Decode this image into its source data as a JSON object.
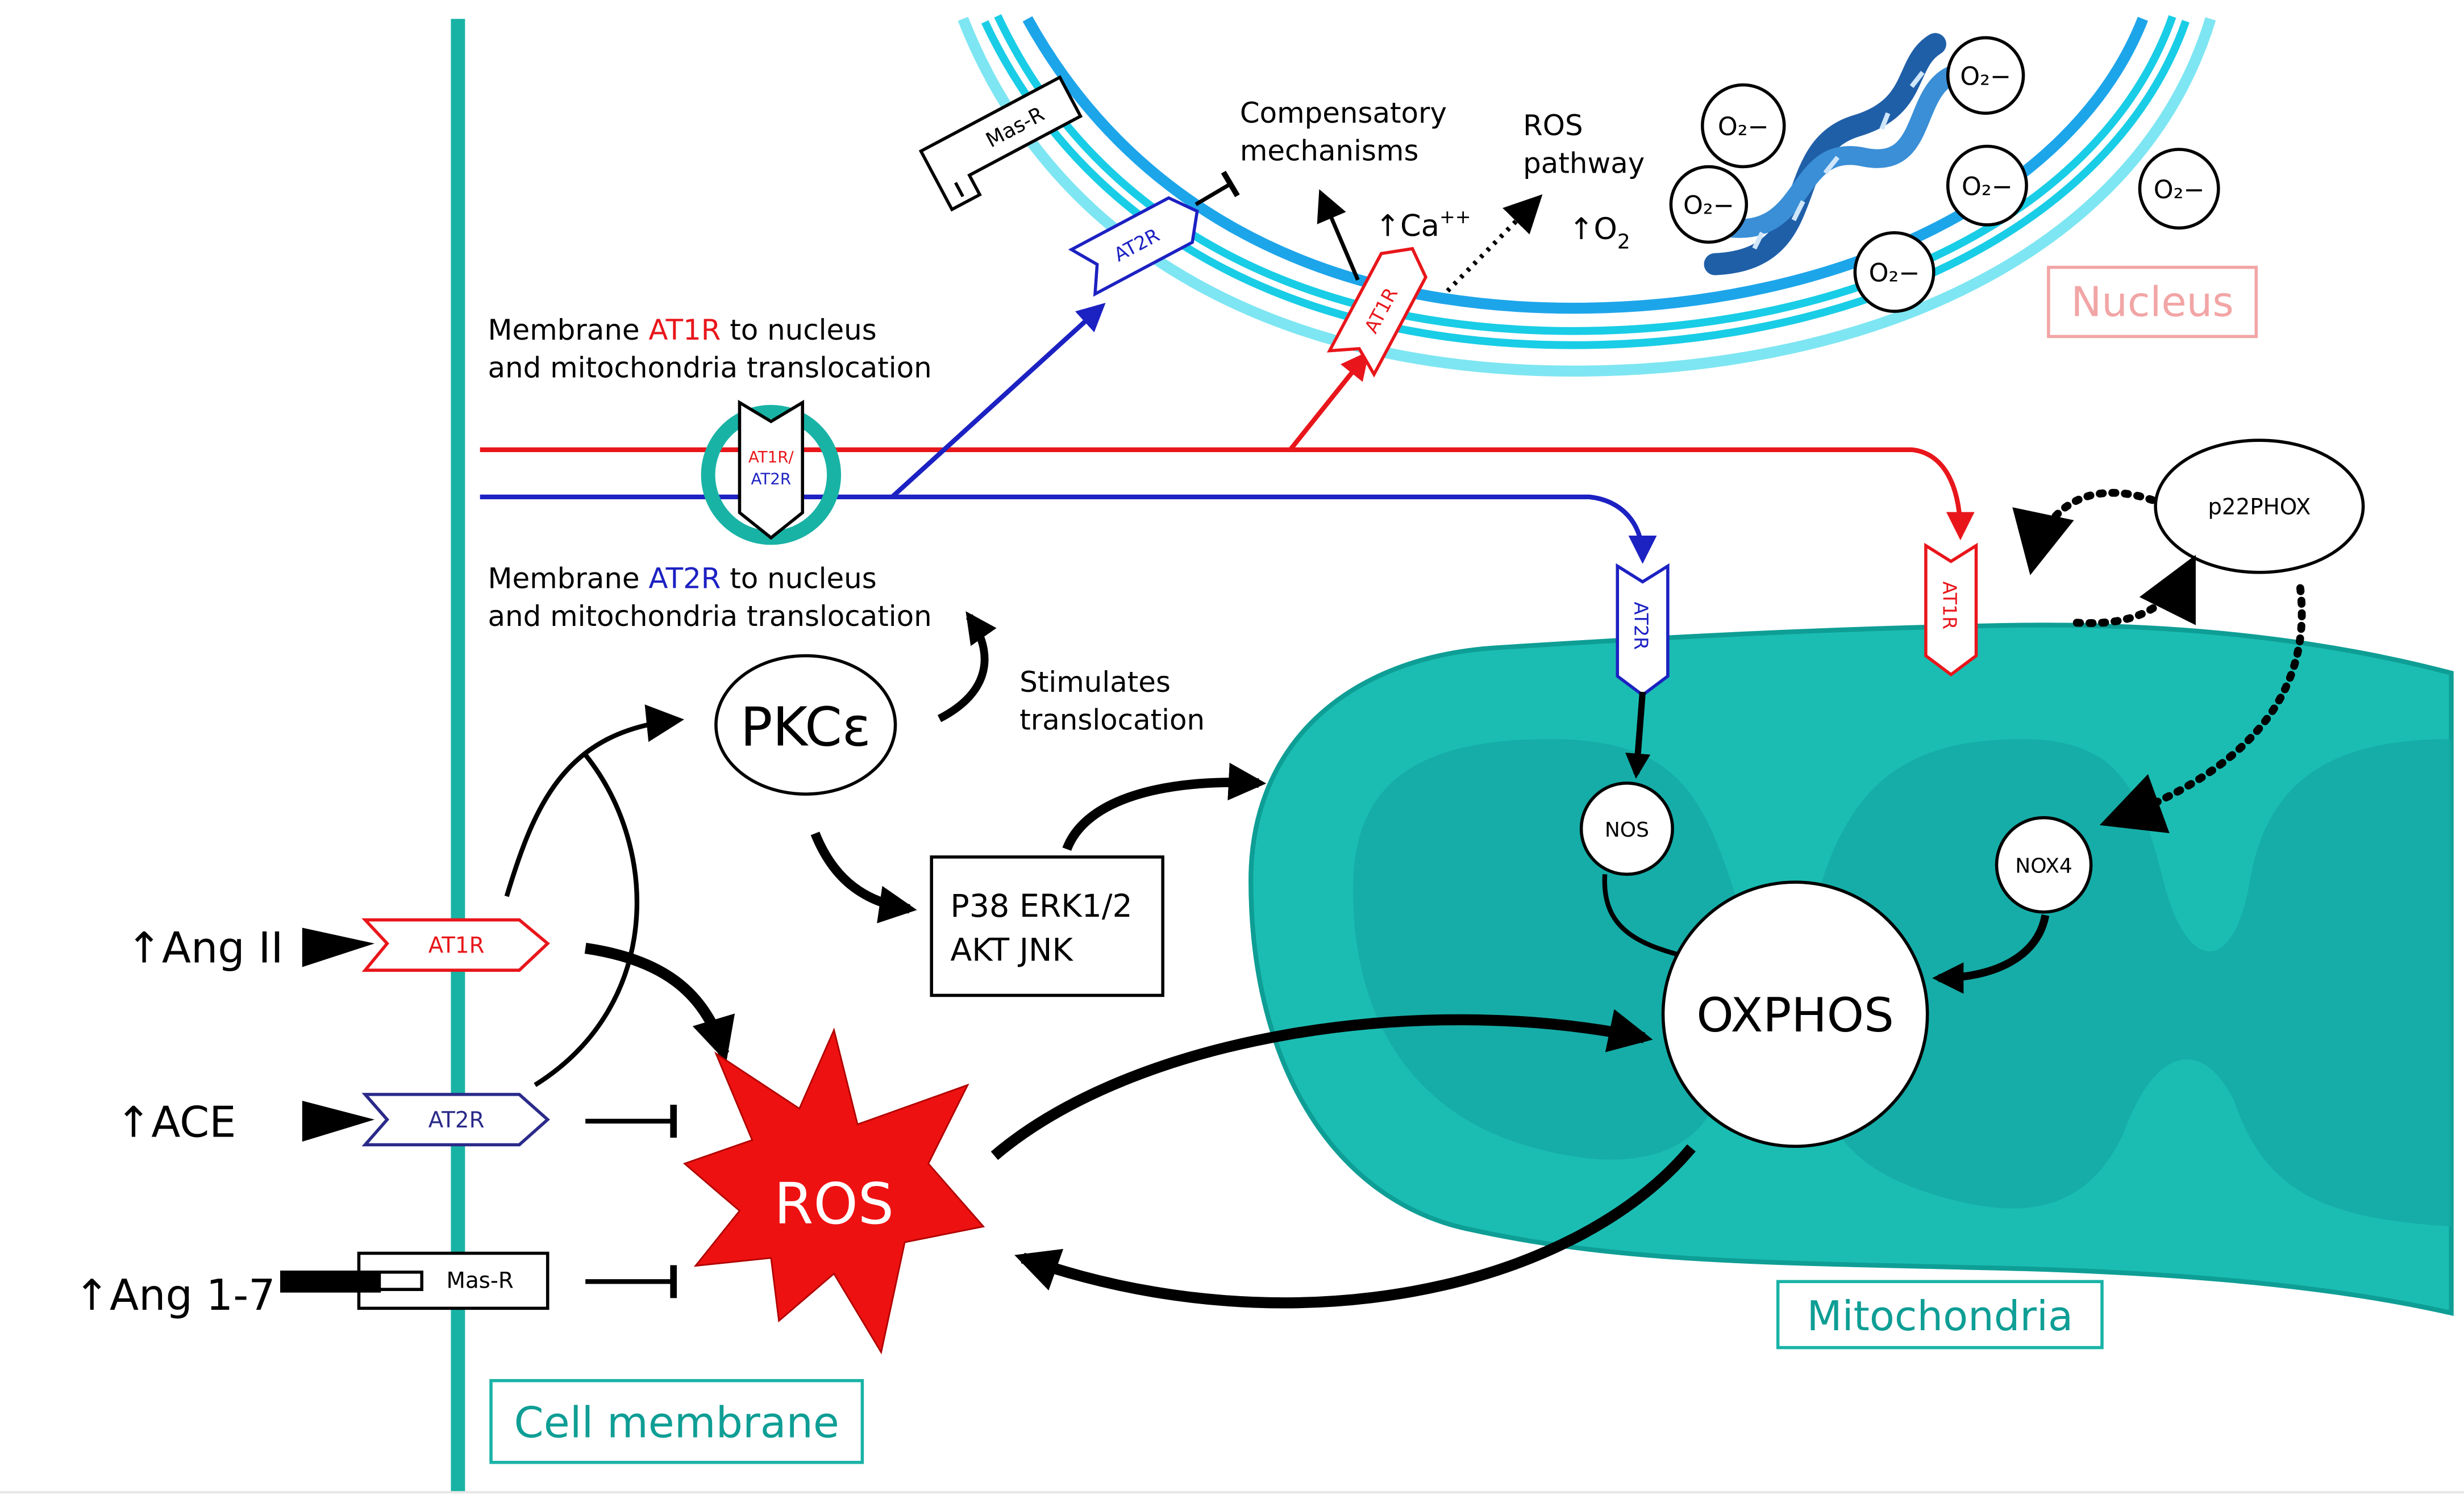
{
  "labels": {
    "membrane_at1r": {
      "pre": "Membrane ",
      "key": "AT1R",
      "post": " to nucleus",
      "line2": "and mitochondria translocation"
    },
    "membrane_at2r": {
      "pre": "Membrane ",
      "key": "AT2R",
      "post": " to nucleus",
      "line2": "and mitochondria translocation"
    },
    "compensatory": [
      "Compensatory",
      "mechanisms"
    ],
    "ros_pathway": [
      "ROS",
      "pathway"
    ],
    "ca": "↑Ca",
    "ca_sup": "++",
    "o2_up": "↑O",
    "o2_sub": "2",
    "stimulates": [
      "Stimulates",
      "translocation"
    ],
    "pkce": "PKCε",
    "kinases": [
      "P38 ERK1/2",
      "AKT JNK"
    ],
    "ros": "ROS",
    "oxphos": "OXPHOS",
    "nos": "NOS",
    "nox4": "NOX4",
    "p22phox": "p22PHOX",
    "superoxide": "O₂−",
    "ang2": "↑Ang II",
    "ace": "↑ACE",
    "ang17": "↑Ang 1-7",
    "at1r": "AT1R",
    "at2r": "AT2R",
    "masr": "Mas-R",
    "dual_top": "AT1R/",
    "dual_bottom": "AT2R"
  },
  "boxes": {
    "nucleus": "Nucleus",
    "mitochondria": "Mitochondria",
    "cell_membrane": "Cell membrane"
  },
  "colors": {
    "teal": "#19b3a6",
    "teal_dark": "#0e9e95",
    "cyan": "#19cde6",
    "cyan_light": "#7ee6f2",
    "red": "#e8161b",
    "blue": "#1c21c2",
    "ros_red": "#ee1111",
    "nucleus_text": "#f2a5a5",
    "navy_label": "#2a2a8a"
  }
}
